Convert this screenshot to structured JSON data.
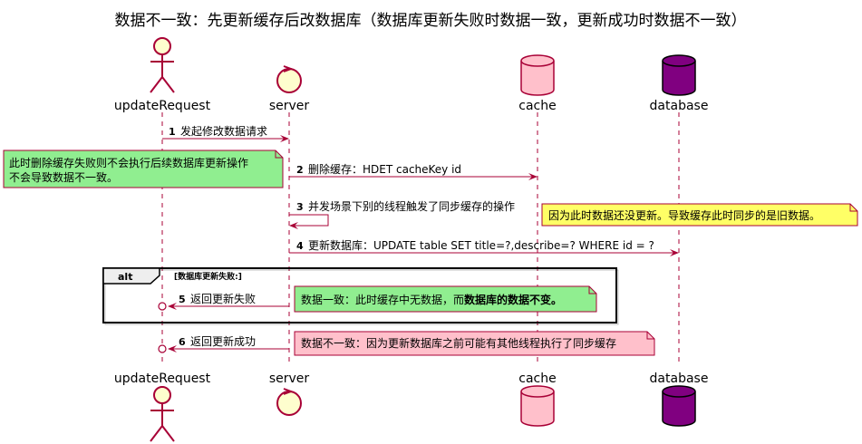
{
  "title": "数据不一致：先更新缓存后改数据库（数据库更新失败时数据一致，更新成功时数据不一致）",
  "participants": {
    "update_request": "updateRequest",
    "server": "server",
    "cache": "cache",
    "database": "database"
  },
  "messages": [
    {
      "num": "1",
      "text": "发起修改数据请求"
    },
    {
      "num": "2",
      "text": "删除缓存：HDET cacheKey id"
    },
    {
      "num": "3",
      "text": "并发场景下别的线程触发了同步缓存的操作"
    },
    {
      "num": "4",
      "text": "更新数据库：UPDATE table SET title=?,describe=? WHERE id = ?"
    },
    {
      "num": "5",
      "text": "返回更新失败"
    },
    {
      "num": "6",
      "text": "返回更新成功"
    }
  ],
  "notes": {
    "left_line1": "此时删除缓存失败则不会执行后续数据库更新操作",
    "left_line2": "不会导致数据不一致。",
    "self_call": "因为此时数据还没更新。导致缓存此时同步的是旧数据。",
    "alt_prefix": "数据一致：此时缓存中无数据，而",
    "alt_bold": "数据库的数据不变。",
    "success": "数据不一致：因为更新数据库之前可能有其他线程执行了同步缓存"
  },
  "alt": {
    "label": "alt",
    "condition": "[数据库更新失败:]"
  },
  "colors": {
    "line": "#A80036",
    "actor_fill": "#FEFECE",
    "cache_fill": "#FFC0CB",
    "database_fill": "#800080",
    "note_green": "#90EE90",
    "note_yellow": "#FFFF66",
    "note_pink": "#FFC0CB"
  }
}
